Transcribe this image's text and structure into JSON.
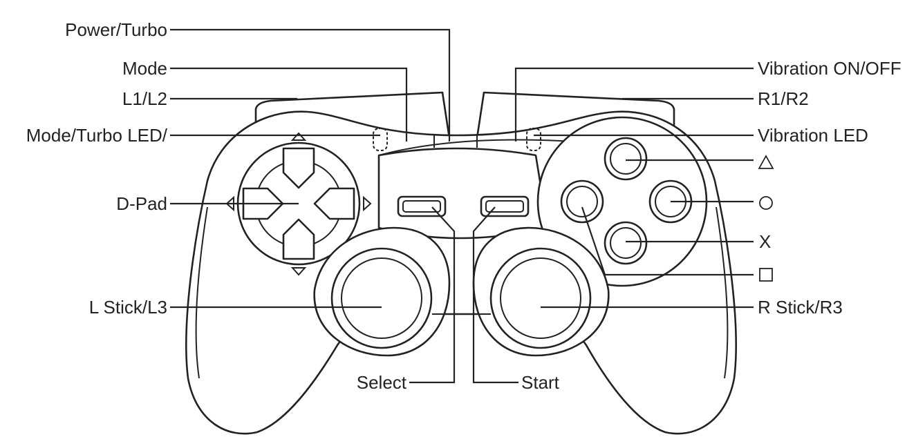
{
  "diagram": {
    "subject": "gamepad-controller",
    "labels": {
      "power_turbo": "Power/Turbo",
      "mode": "Mode",
      "l1_l2": "L1/L2",
      "mode_turbo_led": "Mode/Turbo LED/",
      "d_pad": "D-Pad",
      "l_stick_l3": "L Stick/L3",
      "select": "Select",
      "start": "Start",
      "vibration_on_off": "Vibration ON/OFF",
      "r1_r2": "R1/R2",
      "vibration_led": "Vibration LED",
      "triangle_symbol": "triangle-icon",
      "circle_symbol": "circle-icon",
      "cross": "X",
      "square_symbol": "square-icon",
      "r_stick_r3": "R Stick/R3"
    },
    "colors": {
      "line": "#222222",
      "background": "#ffffff"
    }
  }
}
